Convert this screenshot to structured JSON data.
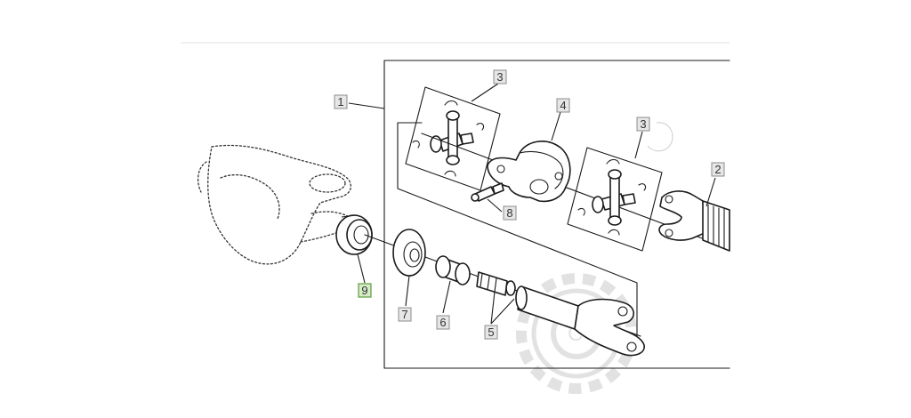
{
  "callouts": {
    "c1": "1",
    "c2": "2",
    "c3a": "3",
    "c3b": "3",
    "c4": "4",
    "c5": "5",
    "c6": "6",
    "c7": "7",
    "c8": "8",
    "c9": "9"
  },
  "colors": {
    "callout_box": "#e6e6e6",
    "callout_highlight": "#d6ecc8",
    "ink": "#1a1a1a",
    "watermark": "#c8c8c8"
  },
  "icons": {
    "watermark": "gear-watermark-icon"
  }
}
